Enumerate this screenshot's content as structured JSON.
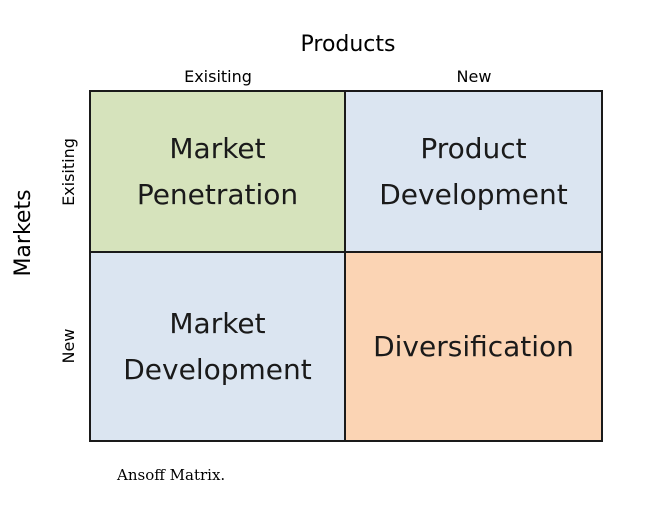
{
  "diagram": {
    "x_axis_title": "Products",
    "y_axis_title": "Markets",
    "columns": [
      "Exisiting",
      "New"
    ],
    "rows": [
      "Exisiting",
      "New"
    ],
    "cells": [
      {
        "line1": "Market",
        "line2": "Penetration",
        "color": "#d6e3bc"
      },
      {
        "line1": "Product",
        "line2": "Development",
        "color": "#dbe5f1"
      },
      {
        "line1": "Market",
        "line2": "Development",
        "color": "#dbe5f1"
      },
      {
        "line1": "Diversification",
        "line2": "",
        "color": "#fbd4b4"
      }
    ],
    "border_color": "#1a1a1a"
  },
  "caption": "Ansoff Matrix."
}
